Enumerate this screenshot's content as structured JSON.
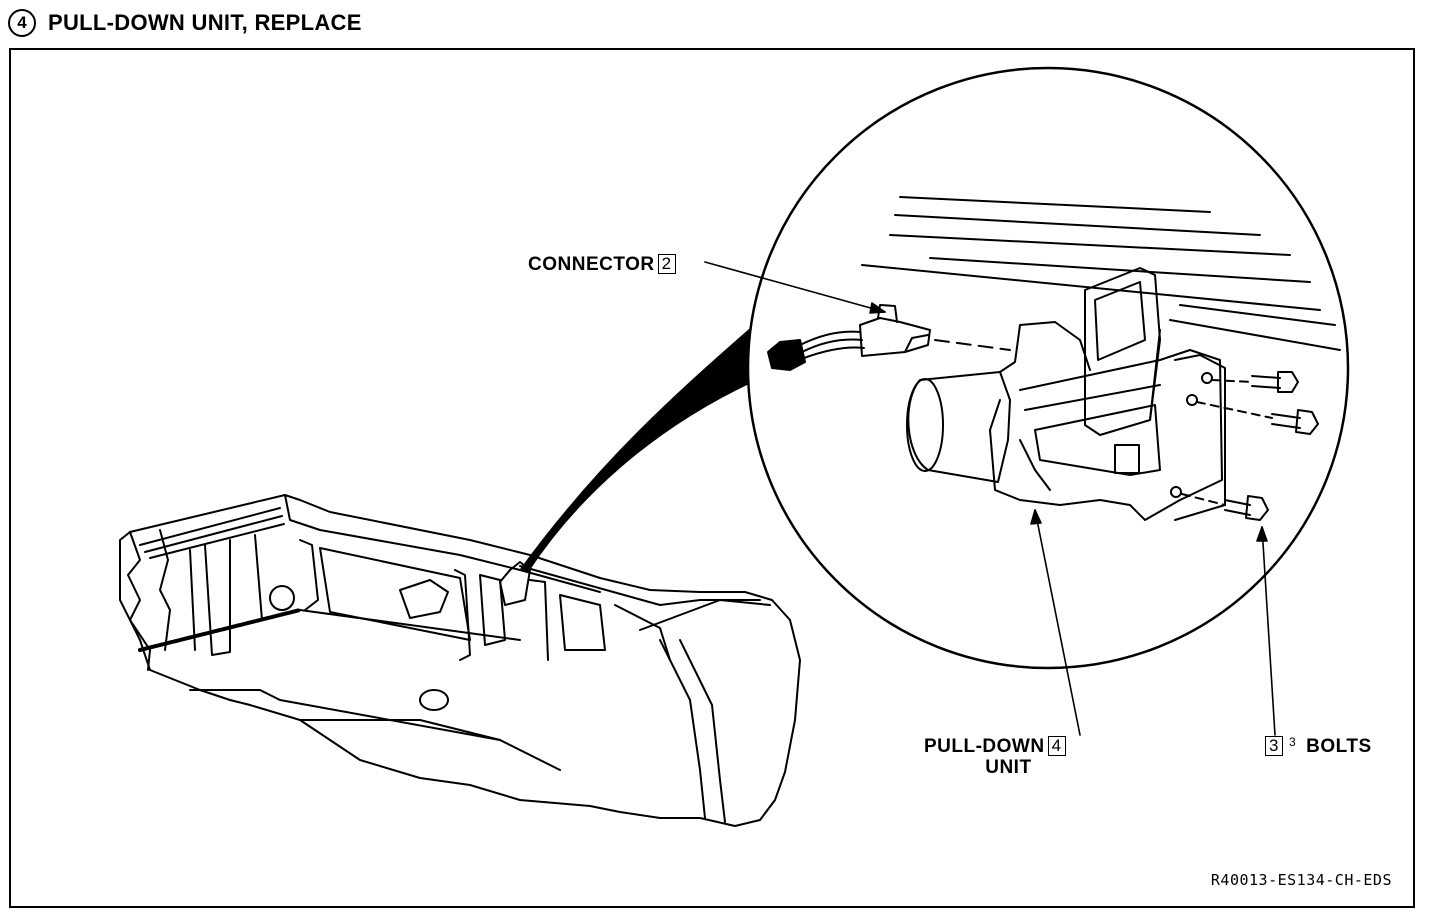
{
  "header": {
    "step_number": "4",
    "title": "PULL-DOWN UNIT, REPLACE"
  },
  "callouts": {
    "connector": {
      "text": "CONNECTOR",
      "ref": "2"
    },
    "pull_down_unit": {
      "line1": "PULL-DOWN",
      "line2": "UNIT",
      "ref": "4"
    },
    "bolts": {
      "ref": "3",
      "count": "3",
      "text": "BOLTS"
    }
  },
  "figure_code": "R40013-ES134-CH-EDS"
}
